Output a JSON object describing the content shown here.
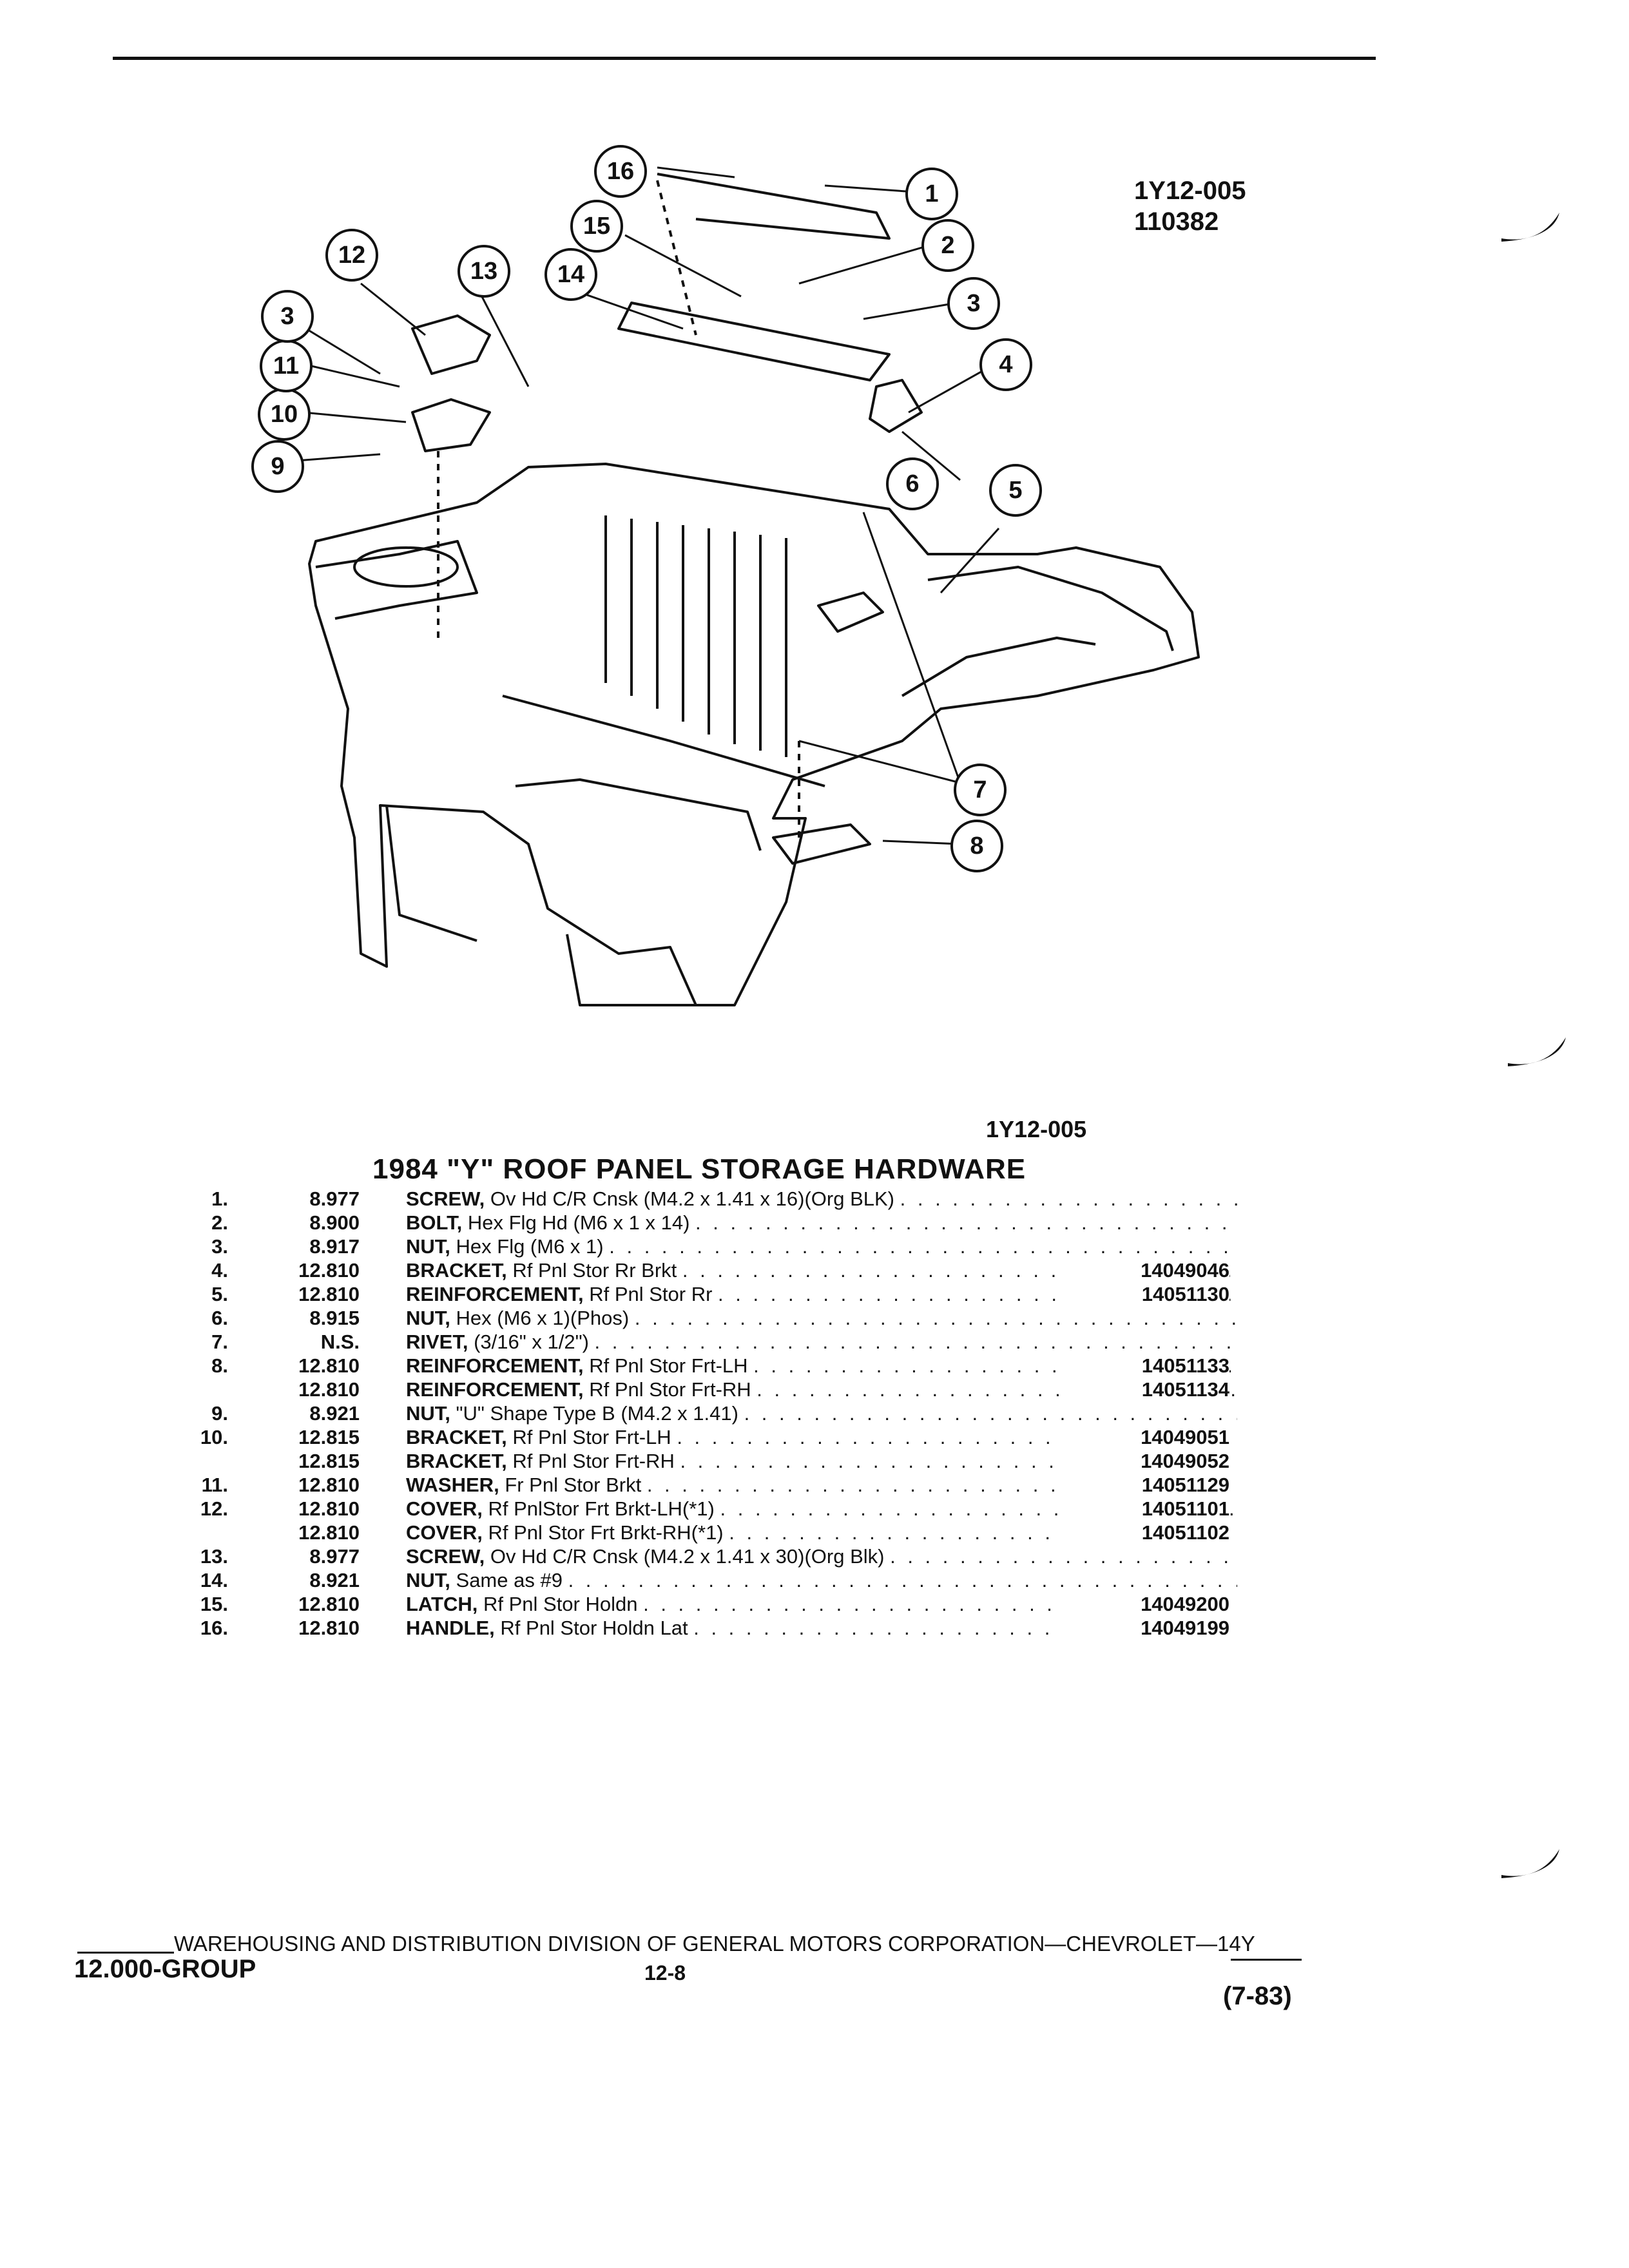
{
  "figure": {
    "code": "1Y12-005",
    "number": "110382"
  },
  "callouts": [
    "1",
    "2",
    "3",
    "4",
    "5",
    "6",
    "7",
    "8",
    "9",
    "10",
    "11",
    "12",
    "13",
    "14",
    "15",
    "16"
  ],
  "caption_code": "1Y12-005",
  "title": "1984 \"Y\" ROOF PANEL STORAGE HARDWARE",
  "parts": [
    {
      "num": "1.",
      "group": "8.977",
      "name": "SCREW,",
      "desc": "Ov Hd C/R Cnsk (M4.2 x 1.41 x 16)(Org BLK)",
      "pn": ""
    },
    {
      "num": "2.",
      "group": "8.900",
      "name": "BOLT,",
      "desc": "Hex Flg Hd (M6 x 1 x 14)",
      "pn": ""
    },
    {
      "num": "3.",
      "group": "8.917",
      "name": "NUT,",
      "desc": "Hex Flg (M6 x 1)",
      "pn": ""
    },
    {
      "num": "4.",
      "group": "12.810",
      "name": "BRACKET,",
      "desc": "Rf Pnl Stor Rr Brkt",
      "pn": "14049046"
    },
    {
      "num": "5.",
      "group": "12.810",
      "name": "REINFORCEMENT,",
      "desc": "Rf Pnl Stor Rr",
      "pn": "14051130"
    },
    {
      "num": "6.",
      "group": "8.915",
      "name": "NUT,",
      "desc": "Hex (M6 x 1)(Phos)",
      "pn": ""
    },
    {
      "num": "7.",
      "group": "N.S.",
      "name": "RIVET,",
      "desc": "(3/16\" x 1/2\")",
      "pn": ""
    },
    {
      "num": "8.",
      "group": "12.810",
      "name": "REINFORCEMENT,",
      "desc": "Rf Pnl Stor Frt-LH",
      "pn": "14051133"
    },
    {
      "num": "",
      "group": "12.810",
      "name": "REINFORCEMENT,",
      "desc": "Rf Pnl Stor Frt-RH",
      "pn": "14051134"
    },
    {
      "num": "9.",
      "group": "8.921",
      "name": "NUT,",
      "desc": "\"U\" Shape Type B (M4.2 x 1.41)",
      "pn": ""
    },
    {
      "num": "10.",
      "group": "12.815",
      "name": "BRACKET,",
      "desc": "Rf Pnl Stor Frt-LH",
      "pn": "14049051"
    },
    {
      "num": "",
      "group": "12.815",
      "name": "BRACKET,",
      "desc": "Rf Pnl Stor Frt-RH",
      "pn": "14049052"
    },
    {
      "num": "11.",
      "group": "12.810",
      "name": "WASHER,",
      "desc": "Fr Pnl Stor Brkt",
      "pn": "14051129"
    },
    {
      "num": "12.",
      "group": "12.810",
      "name": "COVER,",
      "desc": "Rf PnlStor Frt Brkt-LH(*1)",
      "pn": "14051101"
    },
    {
      "num": "",
      "group": "12.810",
      "name": "COVER,",
      "desc": "Rf Pnl Stor Frt Brkt-RH(*1)",
      "pn": "14051102"
    },
    {
      "num": "13.",
      "group": "8.977",
      "name": "SCREW,",
      "desc": "Ov Hd C/R Cnsk (M4.2 x 1.41 x 30)(Org Blk)",
      "pn": ""
    },
    {
      "num": "14.",
      "group": "8.921",
      "name": "NUT,",
      "desc": "Same as #9",
      "pn": ""
    },
    {
      "num": "15.",
      "group": "12.810",
      "name": "LATCH,",
      "desc": "Rf Pnl Stor Holdn",
      "pn": "14049200"
    },
    {
      "num": "16.",
      "group": "12.810",
      "name": "HANDLE,",
      "desc": "Rf Pnl Stor Holdn Lat",
      "pn": "14049199"
    }
  ],
  "footer": {
    "line": "WAREHOUSING AND DISTRIBUTION  DIVISION OF GENERAL MOTORS CORPORATION—CHEVROLET—14Y",
    "group": "12.000-GROUP",
    "page": "12-8",
    "date": "(7-83)"
  }
}
